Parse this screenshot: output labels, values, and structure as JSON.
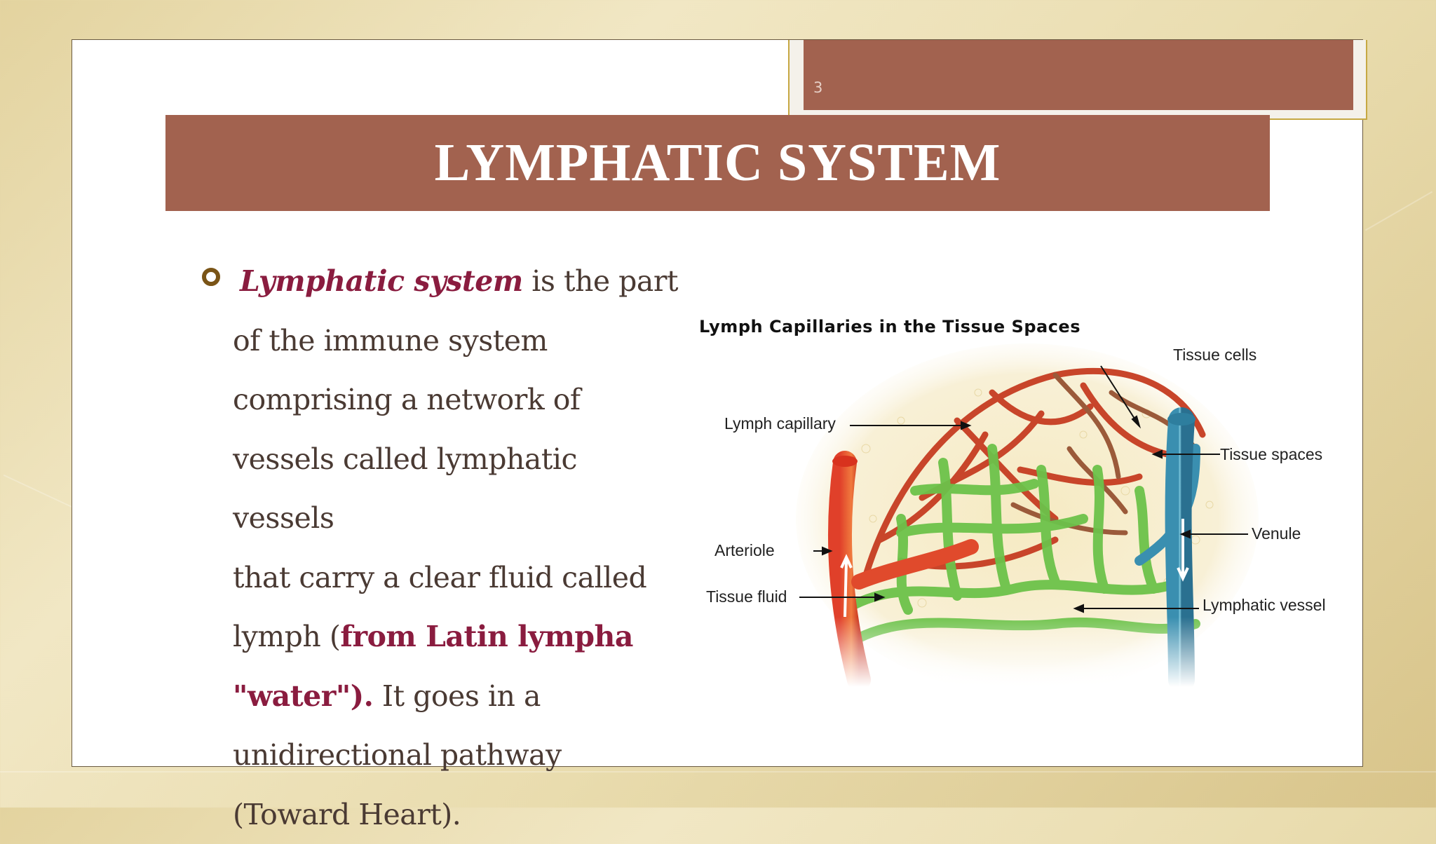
{
  "slide": {
    "number": "3",
    "title": "LYMPHATIC SYSTEM"
  },
  "body": {
    "term": "Lymphatic system",
    "line1_rest": " is the part",
    "line2": "of the immune system",
    "line3": "comprising a network of",
    "line4": "vessels called lymphatic vessels",
    "line5": "that carry a clear fluid called",
    "line6_start": "lymph (",
    "latin_a": "from Latin lympha",
    "latin_b": "\"water\").",
    "line7_rest": " It goes in a",
    "line8": "unidirectional pathway",
    "line9": "(Toward Heart)."
  },
  "figure": {
    "title": "Lymph Capillaries in the Tissue Spaces",
    "labels": {
      "tissue_cells": "Tissue cells",
      "lymph_capillary": "Lymph capillary",
      "tissue_spaces": "Tissue spaces",
      "venule": "Venule",
      "arteriole": "Arteriole",
      "tissue_fluid": "Tissue fluid",
      "lymphatic_vessel": "Lymphatic vessel"
    }
  },
  "colors": {
    "accent": "#a2624f",
    "highlight": "#8a1c3f",
    "bullet": "#7a5416",
    "text": "#4a3a33"
  }
}
